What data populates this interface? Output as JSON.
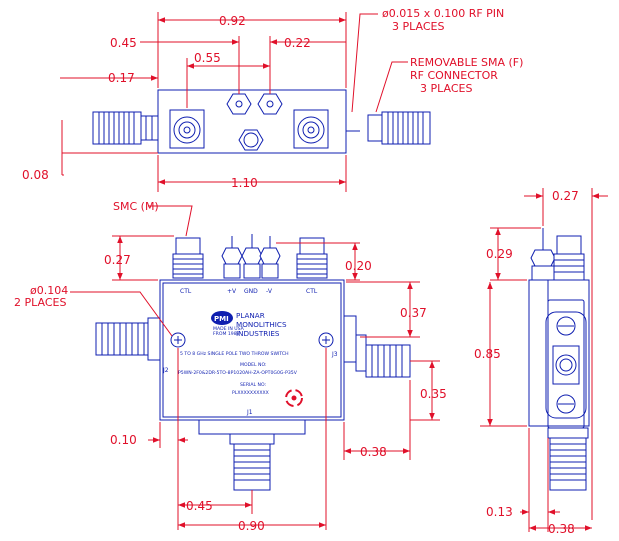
{
  "colors": {
    "dimension": "#e0102a",
    "outline": "#0f1fb0",
    "background": "#ffffff"
  },
  "top_view": {
    "dim_overall_top": "0.92",
    "dim_left_offset": "0.45",
    "dim_right_offset": "0.22",
    "dim_hole_spacing": "0.55",
    "dim_conn_height": "0.17",
    "dim_bottom_margin": "0.08",
    "dim_overall_bottom": "1.10"
  },
  "notes": {
    "rf_pin_line1": "ø0.015 x 0.100 RF PIN",
    "rf_pin_line2": "3 PLACES",
    "sma_line1": "REMOVABLE SMA (F)",
    "sma_line2": "RF CONNECTOR",
    "sma_line3": "3 PLACES",
    "smc": "SMC (M)",
    "hole_line1": "ø0.104",
    "hole_line2": "2 PLACES"
  },
  "front_view": {
    "dim_smc_height": "0.27",
    "dim_pin_height": "0.20",
    "dim_j3_offset": "0.37",
    "dim_j3_height": "0.35",
    "dim_j3_right": "0.38",
    "dim_hole_left": "0.10",
    "dim_j1_offset": "0.45",
    "dim_width": "0.90",
    "pin_labels": [
      "CTL",
      "+V",
      "GND",
      "-V",
      "CTL"
    ],
    "port_j1": "J1",
    "port_j2": "J2",
    "port_j3": "J3",
    "logo_text": "PMI",
    "logo_tagline1": "MADE IN USA",
    "logo_tagline2": "FROM 1988",
    "company_line1": "PLANAR",
    "company_line2": "MONOLITHICS",
    "company_line3": "INDUSTRIES",
    "description": "5 TO 8 GHz SINGLE POLE TWO THROW SWITCH",
    "model_label": "MODEL NO:",
    "model_number": "P5WN-2F0&2DR-5TO-8P1020AH-ZA-OPT0G0G-P35V",
    "serial_label": "SERIAL NO:",
    "serial_number": "PLXXXXXXXXXX"
  },
  "side_view": {
    "dim_top_width": "0.27",
    "dim_pin_height": "0.29",
    "dim_height": "0.85",
    "dim_bottom_offset": "0.13",
    "dim_depth": "0.38"
  }
}
